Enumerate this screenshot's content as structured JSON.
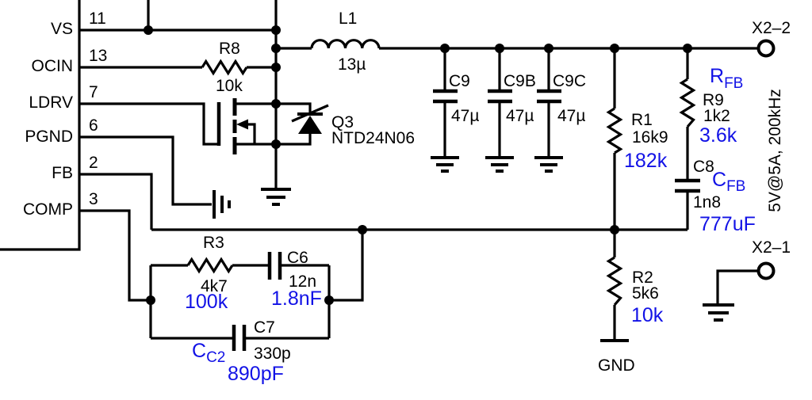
{
  "colors": {
    "ink": "#000000",
    "annotation_blue": "#1212e6",
    "background": "#ffffff"
  },
  "ic": {
    "pins": [
      {
        "label": "VS",
        "number": "11"
      },
      {
        "label": "OCIN",
        "number": "13"
      },
      {
        "label": "LDRV",
        "number": "7"
      },
      {
        "label": "PGND",
        "number": "6"
      },
      {
        "label": "FB",
        "number": "2"
      },
      {
        "label": "COMP",
        "number": "3"
      }
    ]
  },
  "components": {
    "L1": {
      "ref": "L1",
      "value": "13µ"
    },
    "R8": {
      "ref": "R8",
      "value": "10k"
    },
    "Q3": {
      "ref": "Q3",
      "part": "NTD24N06"
    },
    "C9": {
      "ref": "C9",
      "value": "47µ"
    },
    "C9B": {
      "ref": "C9B",
      "value": "47µ"
    },
    "C9C": {
      "ref": "C9C",
      "value": "47µ"
    },
    "R1": {
      "ref": "R1",
      "value": "16k9",
      "annotation": "182k"
    },
    "R9": {
      "ref": "R9",
      "value": "1k2",
      "annotation": "3.6k",
      "alt_base": "R",
      "alt_sub": "FB"
    },
    "C8": {
      "ref": "C8",
      "value": "1n8",
      "annotation": "777uF",
      "alt_base": "C",
      "alt_sub": "FB"
    },
    "R3": {
      "ref": "R3",
      "value": "4k7",
      "annotation": "100k"
    },
    "C6": {
      "ref": "C6",
      "value": "12n",
      "annotation": "1.8nF"
    },
    "C7": {
      "ref": "C7",
      "value": "330p",
      "annotation": "890pF",
      "alt_base": "C",
      "alt_sub": "C2"
    },
    "R2": {
      "ref": "R2",
      "value": "5k6",
      "annotation": "10k"
    }
  },
  "terminals": {
    "x2_2": "X2–2",
    "x2_1": "X2–1"
  },
  "notes": {
    "output_spec": "5V@5A, 200kHz",
    "gnd": "GND"
  }
}
